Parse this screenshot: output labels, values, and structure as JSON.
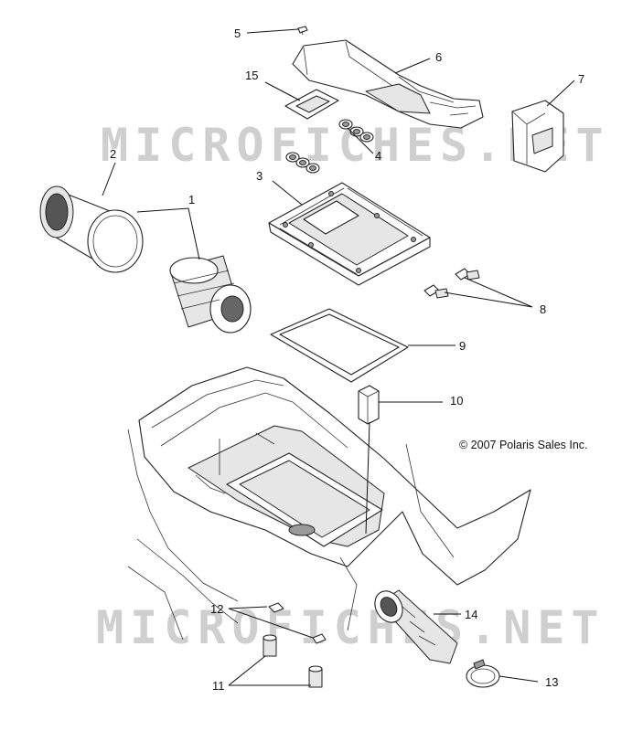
{
  "watermark": {
    "text": "MICROFICHES.NET"
  },
  "copyright": "© 2007 Polaris Sales Inc.",
  "callouts": {
    "c1": "1",
    "c2": "2",
    "c3": "3",
    "c4": "4",
    "c5": "5",
    "c6": "6",
    "c7": "7",
    "c8": "8",
    "c9": "9",
    "c10": "10",
    "c11": "11",
    "c12": "12",
    "c13": "13",
    "c14": "14",
    "c15": "15"
  }
}
